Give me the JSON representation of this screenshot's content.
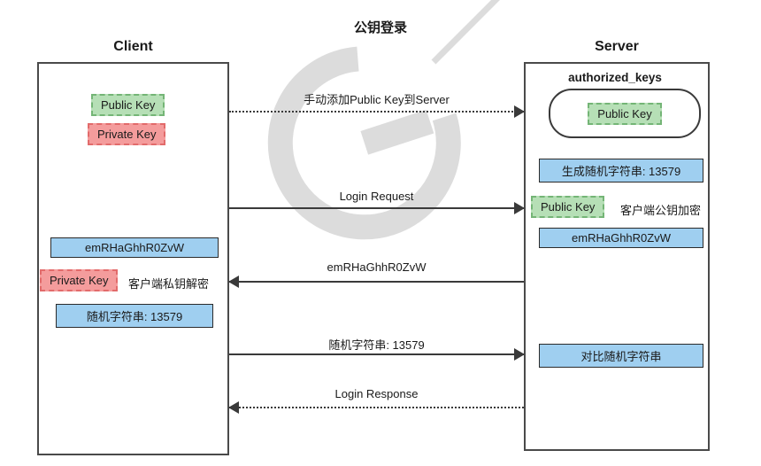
{
  "title": "公钥登录",
  "client": {
    "label": "Client",
    "public_key_badge": "Public Key",
    "private_key_badge": "Private Key",
    "encrypted_box": "emRHaGhhR0ZvW",
    "decrypt_badge": "Private Key",
    "decrypt_note": "客户端私钥解密",
    "random_box": "随机字符串: 13579"
  },
  "server": {
    "label": "Server",
    "authorized_keys_label": "authorized_keys",
    "stored_public_key_badge": "Public Key",
    "generate_box": "生成随机字符串: 13579",
    "encrypt_badge": "Public Key",
    "encrypt_note": "客户端公钥加密",
    "encrypted_box": "emRHaGhhR0ZvW",
    "compare_box": "对比随机字符串"
  },
  "messages": [
    {
      "label": "手动添加Public Key到Server",
      "direction": "right",
      "style": "dotted"
    },
    {
      "label": "Login Request",
      "direction": "right",
      "style": "solid"
    },
    {
      "label": "emRHaGhhR0ZvW",
      "direction": "left",
      "style": "solid"
    },
    {
      "label": "随机字符串: 13579",
      "direction": "right",
      "style": "solid"
    },
    {
      "label": "Login Response",
      "direction": "left",
      "style": "dotted"
    }
  ],
  "colors": {
    "green_fill": "#b6dfb6",
    "green_border": "#74b576",
    "red_fill": "#f49c9c",
    "red_border": "#e26b6b",
    "blue_fill": "#9fcff0",
    "line": "#3a3a3a"
  }
}
